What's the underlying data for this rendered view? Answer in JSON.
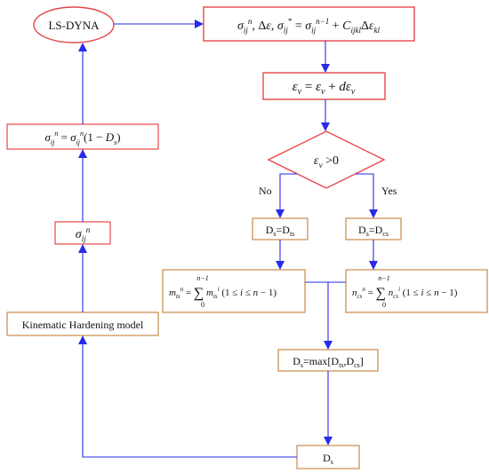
{
  "colors": {
    "node_stroke_red": "#e8474a",
    "node_stroke_orange": "#c8884a",
    "arrow": "#2a2ae8",
    "text": "#111111"
  },
  "nodes": {
    "ls_dyna": {
      "label": "LS-DYNA"
    },
    "stress_update": {
      "label": "σ_ij^n, Δε, σ_ij^* = σ_ij^(n−1) + C_ijkl Δε_kl"
    },
    "strain_update": {
      "label": "ε_v = ε_v + dε_v"
    },
    "decision": {
      "label": "ε_v >0"
    },
    "branch_no": {
      "label": "No"
    },
    "branch_yes": {
      "label": "Yes"
    },
    "ds_dts": {
      "label": "Ds=Dts"
    },
    "ds_dcs": {
      "label": "Ds=Dcs"
    },
    "sum_mts": {
      "label": "m_ts^n = Σ_0^(n−1) m_ts^i (1 ≤ i ≤ n − 1)"
    },
    "sum_ncs": {
      "label": "n_cs^n = Σ_0^(n−1) n_cs^i (1 ≤ i ≤ n − 1)"
    },
    "ds_max": {
      "label": "Ds=max[Dts,Dcs]"
    },
    "ds": {
      "label": "Ds"
    },
    "kinematic": {
      "label": "Kinematic Hardening model"
    },
    "sigma_ij_n": {
      "label": "σ_ij^n"
    },
    "damage_stress": {
      "label": "σ_ij^n = σ_ij^n(1 − D_s)"
    }
  }
}
